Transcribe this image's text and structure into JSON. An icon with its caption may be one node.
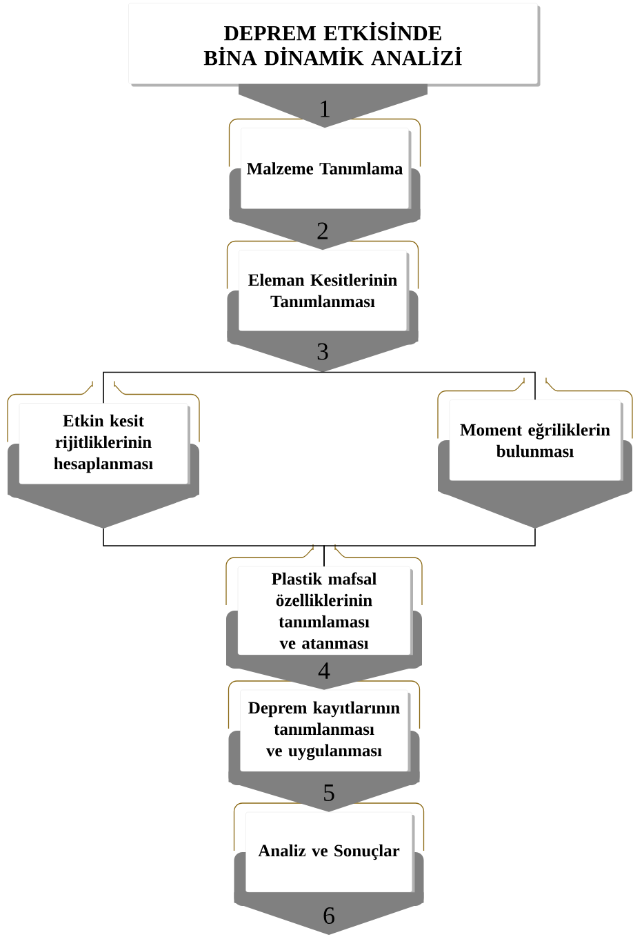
{
  "diagram": {
    "nodes": [
      {
        "text": [
          "DEPREM ETKİSİNDE BİNA  DİNAMİK ANALİZİ"
        ]
      },
      {
        "text": [
          "Malzeme Tanımlama"
        ]
      },
      {
        "text": [
          "Eleman Kesitlerinin Tanımlanması"
        ]
      },
      {
        "text": [
          "Etkin kesit rijitliklerinin hesaplanması"
        ]
      },
      {
        "text": [
          "Moment eğriliklerin bulunması"
        ]
      },
      {
        "text": [
          "Plastik mafsal özelliklerinin tanımlaması ve atanması"
        ]
      },
      {
        "text": [
          "Deprem kayıtlarının tanımlanması ve uygulanması"
        ]
      },
      {
        "text": [
          "Analiz  ve Sonuçlar"
        ]
      }
    ],
    "edges": [
      {
        "from": 0,
        "to": 1,
        "arrow": "to",
        "label": "1"
      },
      {
        "from": 1,
        "to": 2,
        "arrow": "to",
        "label": "2"
      },
      {
        "from": 2,
        "to": 3,
        "arrow": "none",
        "label": "3"
      },
      {
        "from": 2,
        "to": 4,
        "arrow": "none"
      },
      {
        "from": 3,
        "to": 5,
        "arrow": "none"
      },
      {
        "from": 4,
        "to": 5,
        "arrow": "none"
      },
      {
        "from": 5,
        "to": 6,
        "arrow": "to",
        "label": "4"
      },
      {
        "from": 6,
        "to": 7,
        "arrow": "to",
        "label": "5"
      },
      {
        "from": 7,
        "to": null,
        "arrow": "to",
        "label": "6"
      }
    ]
  }
}
